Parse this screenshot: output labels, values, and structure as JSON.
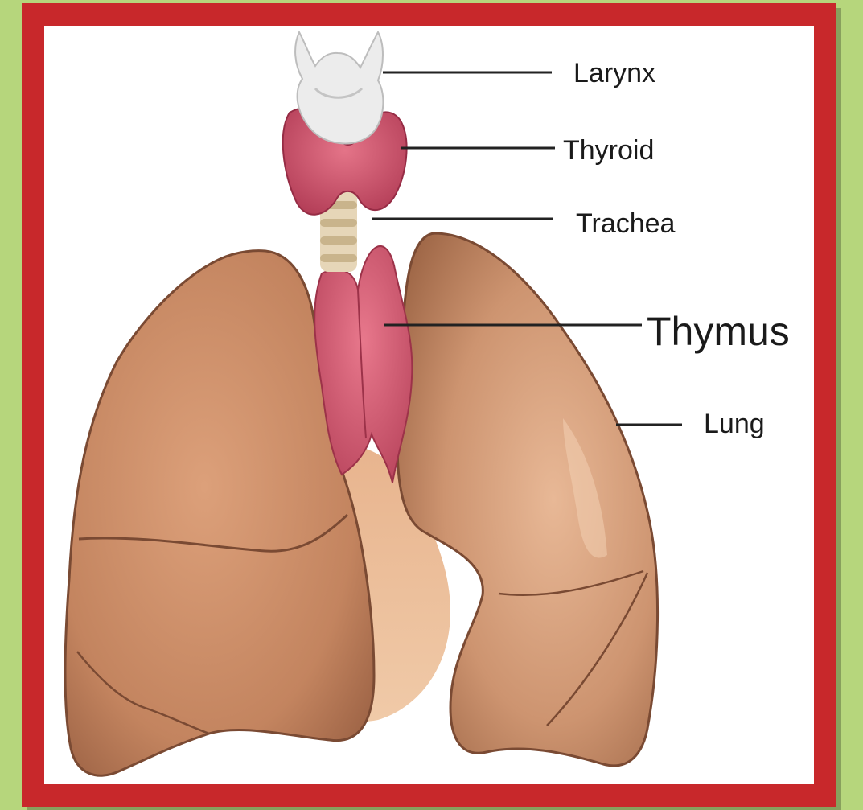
{
  "colors": {
    "background": "#b6d67c",
    "frame_border": "#c8282b",
    "panel": "#ffffff",
    "lung": "#c98a63",
    "thymus": "#d45a72",
    "thyroid": "#d4506a",
    "larynx": "#e4e4e4"
  },
  "labels": {
    "larynx": "Larynx",
    "thyroid": "Thyroid",
    "trachea": "Trachea",
    "thymus": "Thymus",
    "lung": "Lung"
  }
}
